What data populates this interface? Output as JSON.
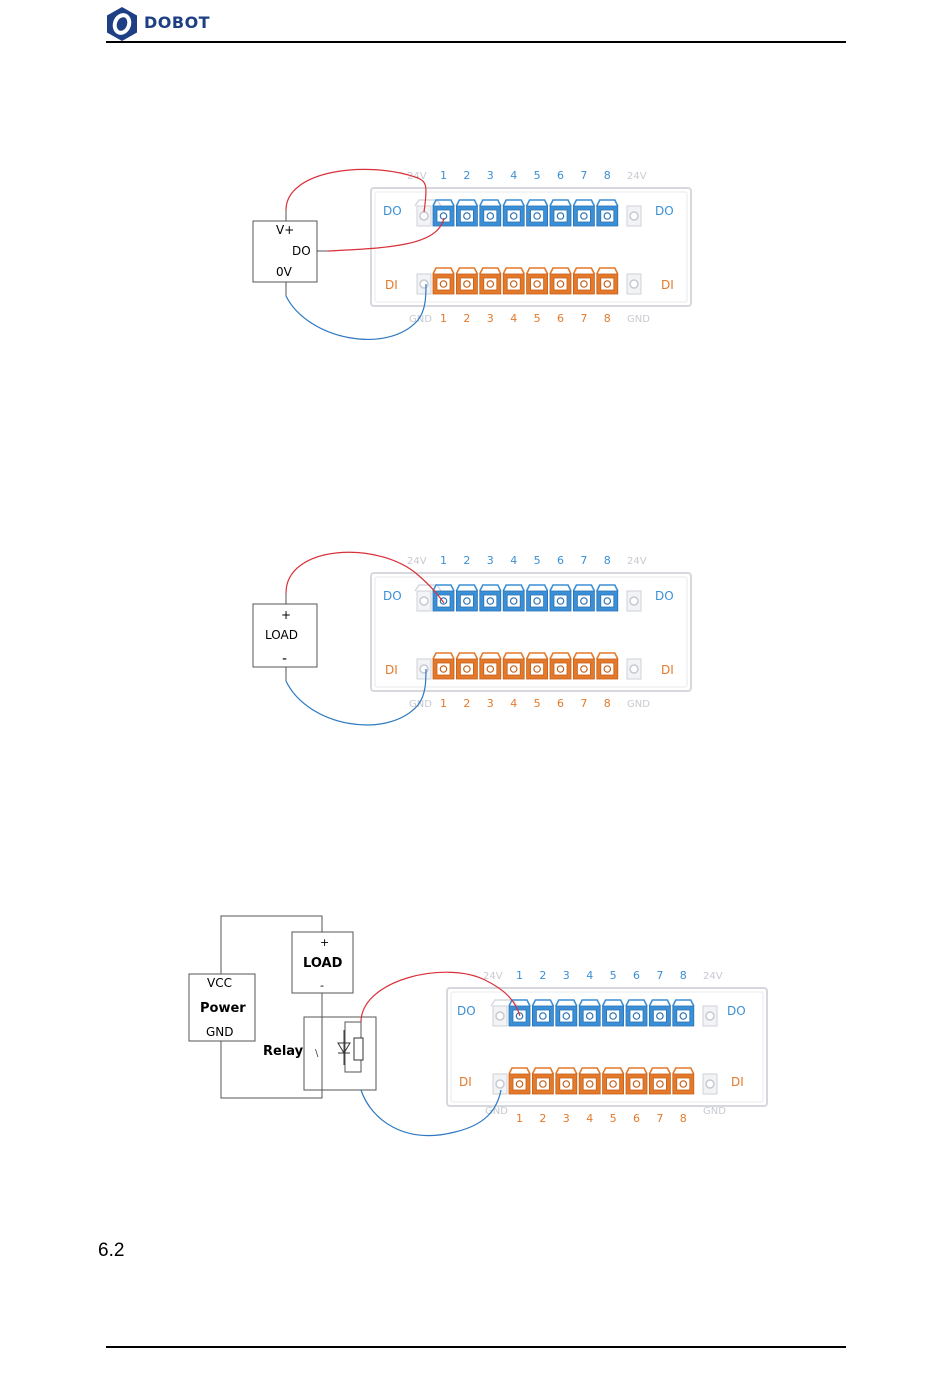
{
  "header": {
    "brand": "DOBOT"
  },
  "section": {
    "number": "6.2"
  },
  "panel": {
    "do_label": "DO",
    "di_label": "DI",
    "v24": "24V",
    "gnd": "GND",
    "channels": [
      "1",
      "2",
      "3",
      "4",
      "5",
      "6",
      "7",
      "8"
    ],
    "colors": {
      "do_blue": "#3a8fd6",
      "di_orange": "#e4792a",
      "wire_red": "#d9303a",
      "wire_blue": "#2d78c0"
    }
  },
  "figures": {
    "fig1": {
      "vplus": "V+",
      "do": "DO",
      "zerov": "0V"
    },
    "fig2": {
      "plus": "+",
      "load": "LOAD",
      "minus": "-"
    },
    "fig3": {
      "plus": "+",
      "load": "LOAD",
      "minus": "-",
      "vcc": "VCC",
      "power": "Power",
      "gnd": "GND",
      "relay": "Relay"
    }
  }
}
